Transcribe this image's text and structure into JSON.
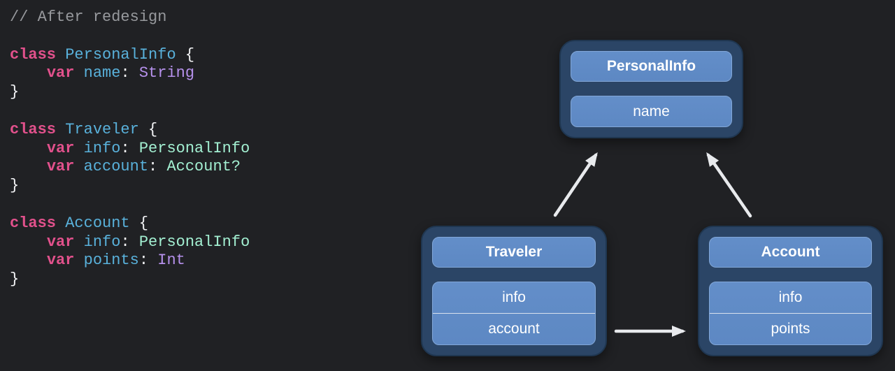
{
  "slide": {
    "background": "#202124"
  },
  "code": {
    "colors": {
      "comment": "#97999d",
      "keyword": "#e2518c",
      "decl": "#59b1db",
      "sdk": "#b691ec",
      "proj": "#a3f0d2",
      "plain": "#f4f5f7"
    },
    "lines": [
      [
        [
          "comment",
          "// After redesign"
        ]
      ],
      [],
      [
        [
          "keyword",
          "class"
        ],
        [
          "plain",
          " "
        ],
        [
          "decl",
          "PersonalInfo"
        ],
        [
          "plain",
          " {"
        ]
      ],
      [
        [
          "plain",
          "    "
        ],
        [
          "keyword",
          "var"
        ],
        [
          "plain",
          " "
        ],
        [
          "decl",
          "name"
        ],
        [
          "plain",
          ": "
        ],
        [
          "sdk",
          "String"
        ]
      ],
      [
        [
          "plain",
          "}"
        ]
      ],
      [],
      [
        [
          "keyword",
          "class"
        ],
        [
          "plain",
          " "
        ],
        [
          "decl",
          "Traveler"
        ],
        [
          "plain",
          " {"
        ]
      ],
      [
        [
          "plain",
          "    "
        ],
        [
          "keyword",
          "var"
        ],
        [
          "plain",
          " "
        ],
        [
          "decl",
          "info"
        ],
        [
          "plain",
          ": "
        ],
        [
          "proj",
          "PersonalInfo"
        ]
      ],
      [
        [
          "plain",
          "    "
        ],
        [
          "keyword",
          "var"
        ],
        [
          "plain",
          " "
        ],
        [
          "decl",
          "account"
        ],
        [
          "plain",
          ": "
        ],
        [
          "proj",
          "Account?"
        ]
      ],
      [
        [
          "plain",
          "}"
        ]
      ],
      [],
      [
        [
          "keyword",
          "class"
        ],
        [
          "plain",
          " "
        ],
        [
          "decl",
          "Account"
        ],
        [
          "plain",
          " {"
        ]
      ],
      [
        [
          "plain",
          "    "
        ],
        [
          "keyword",
          "var"
        ],
        [
          "plain",
          " "
        ],
        [
          "decl",
          "info"
        ],
        [
          "plain",
          ": "
        ],
        [
          "proj",
          "PersonalInfo"
        ]
      ],
      [
        [
          "plain",
          "    "
        ],
        [
          "keyword",
          "var"
        ],
        [
          "plain",
          " "
        ],
        [
          "decl",
          "points"
        ],
        [
          "plain",
          ": "
        ],
        [
          "sdk",
          "Int"
        ]
      ],
      [
        [
          "plain",
          "}"
        ]
      ]
    ]
  },
  "diagram": {
    "colors": {
      "node_bg": "#2b4566",
      "node_border": "#1f3650",
      "cell_bg": "#5d88c3",
      "cell_bg_light": "#638ec9",
      "cell_border": "#82a7d8",
      "divider": "#d9e1ed",
      "label": "#ffffff",
      "arrow": "#e8eaed"
    },
    "nodes": [
      {
        "id": "personalinfo",
        "title": "PersonalInfo",
        "fields": [
          "name"
        ]
      },
      {
        "id": "traveler",
        "title": "Traveler",
        "fields": [
          "info",
          "account"
        ]
      },
      {
        "id": "account",
        "title": "Account",
        "fields": [
          "info",
          "points"
        ]
      }
    ],
    "arrows": [
      {
        "from": "traveler",
        "to": "personalinfo"
      },
      {
        "from": "account",
        "to": "personalinfo"
      },
      {
        "from": "traveler",
        "to": "account"
      }
    ]
  }
}
